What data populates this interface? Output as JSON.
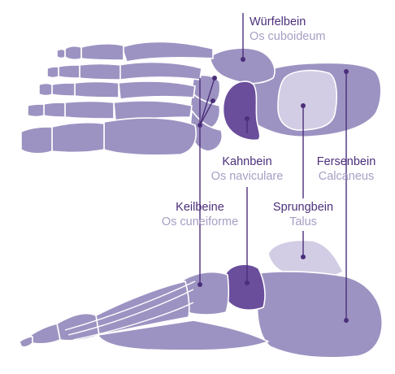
{
  "labels": {
    "cuboid": {
      "de": "Würfelbein",
      "la": "Os cuboideum"
    },
    "navicular": {
      "de": "Kahnbein",
      "la": "Os naviculare"
    },
    "calcaneus": {
      "de": "Fersenbein",
      "la": "Calcaneus"
    },
    "cuneiform": {
      "de": "Keilbeine",
      "la": "Os cuneiforme"
    },
    "talus": {
      "de": "Sprungbein",
      "la": "Talus"
    }
  },
  "colors": {
    "bone": "#9d93c2",
    "bone_outline": "#ffffff",
    "navicular_highlight": "#6a4d9b",
    "talus_highlight": "#d2cde4",
    "leader": "#4b2f7a",
    "text_german": "#4b2f7a",
    "text_latin": "#a79ec4"
  }
}
